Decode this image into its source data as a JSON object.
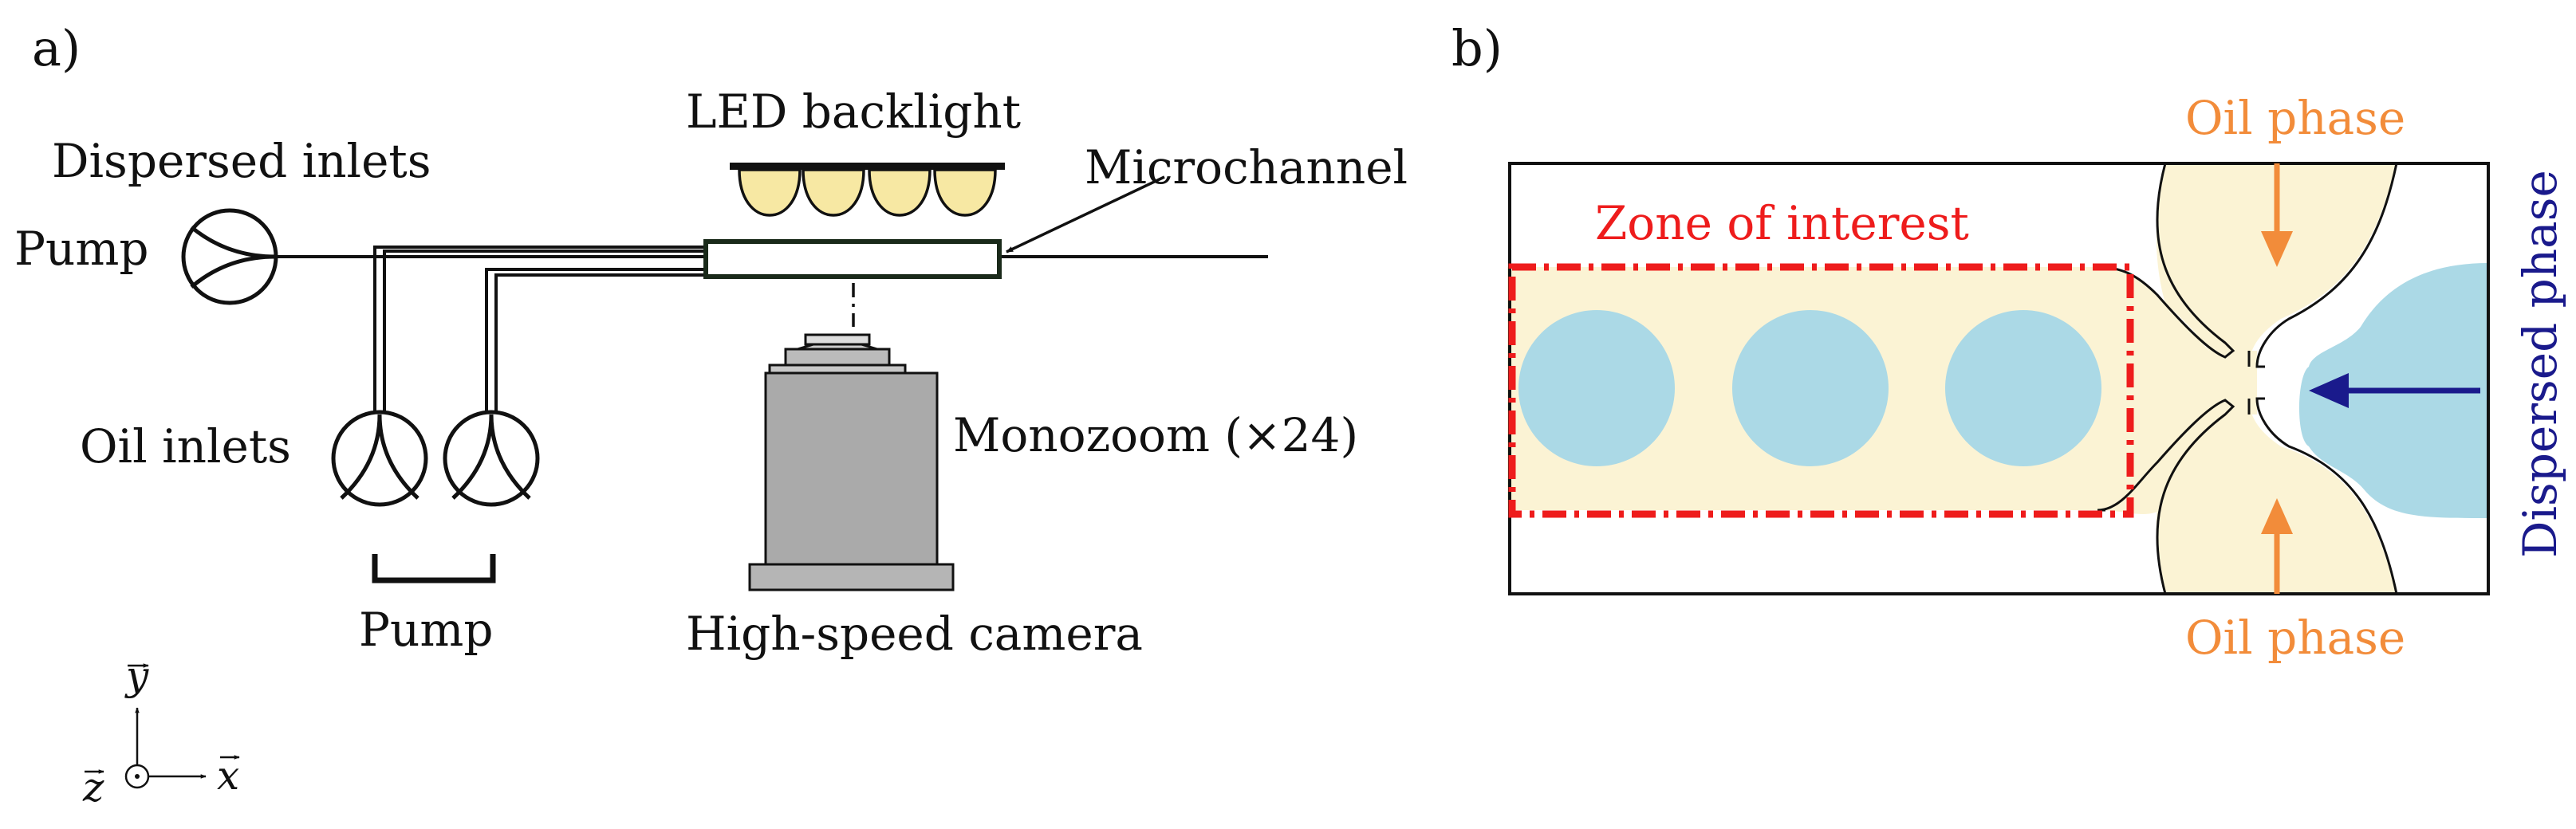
{
  "panel_a": {
    "letter": "a)",
    "dispersed_inlets": "Dispersed inlets",
    "pump_left": "Pump",
    "led_backlight": "LED backlight",
    "microchannel": "Microchannel",
    "oil_inlets": "Oil inlets",
    "pump_bottom": "Pump",
    "monozoom": "Monozoom (×24)",
    "camera": "High-speed camera",
    "axes": {
      "y": "y",
      "z": "z",
      "x": "x"
    }
  },
  "panel_b": {
    "letter": "b)",
    "oil_phase_top": "Oil phase",
    "oil_phase_bottom": "Oil phase",
    "zone_of_interest": "Zone of interest",
    "dispersed_phase": "Dispersed phase"
  },
  "colors": {
    "oil": "#fbf3d4",
    "led": "#f7e8a3",
    "droplet": "#abd9e6",
    "zone": "#ee1c1c",
    "oil_label": "#f28c3a",
    "dispersed_arrow": "#1a1a8c",
    "camera_gray": "#aaaaaa"
  }
}
